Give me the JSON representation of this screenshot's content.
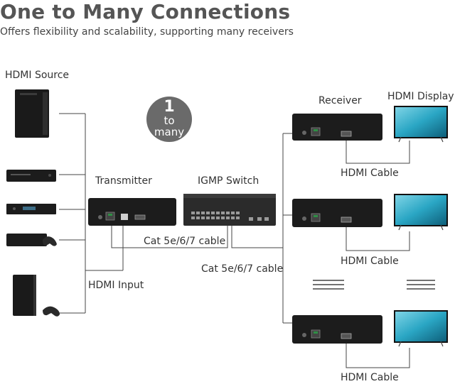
{
  "header": {
    "title": "One to Many Connections",
    "subtitle": "Offers flexibility and scalability, supporting many receivers"
  },
  "labels": {
    "hdmi_source": "HDMI Source",
    "transmitter": "Transmitter",
    "igmp_switch": "IGMP Switch",
    "receiver": "Receiver",
    "hdmi_display": "HDMI Display",
    "cat_cable_1": "Cat 5e/6/7 cable",
    "cat_cable_2": "Cat 5e/6/7 cable",
    "hdmi_input": "HDMI Input",
    "hdmi_cable_1": "HDMI Cable",
    "hdmi_cable_2": "HDMI Cable",
    "hdmi_cable_3": "HDMI Cable"
  },
  "badge": {
    "number": "1",
    "to": "to",
    "many": "many"
  },
  "colors": {
    "device": "#1c1c1c",
    "line": "#444444",
    "badge": "#6a6a6a",
    "screen": "#2aa6c4"
  }
}
